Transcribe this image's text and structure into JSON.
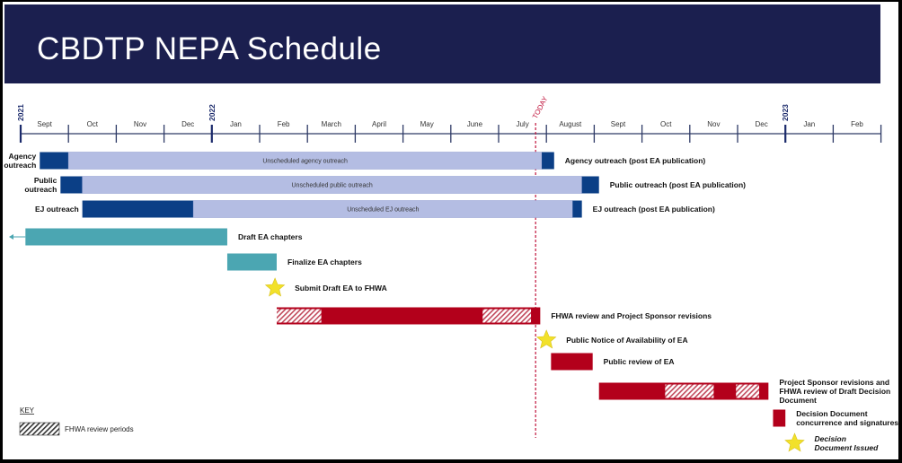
{
  "title": "CBDTP NEPA Schedule",
  "chart_data": {
    "type": "gantt",
    "timeline_start": "2021-09-01",
    "months": [
      {
        "label": "Sept",
        "start": "2021-09"
      },
      {
        "label": "Oct",
        "start": "2021-10"
      },
      {
        "label": "Nov",
        "start": "2021-11"
      },
      {
        "label": "Dec",
        "start": "2021-12"
      },
      {
        "label": "Jan",
        "start": "2022-01"
      },
      {
        "label": "Feb",
        "start": "2022-02"
      },
      {
        "label": "March",
        "start": "2022-03"
      },
      {
        "label": "April",
        "start": "2022-04"
      },
      {
        "label": "May",
        "start": "2022-05"
      },
      {
        "label": "June",
        "start": "2022-06"
      },
      {
        "label": "July",
        "start": "2022-07"
      },
      {
        "label": "August",
        "start": "2022-08"
      },
      {
        "label": "Sept",
        "start": "2022-09"
      },
      {
        "label": "Oct",
        "start": "2022-10"
      },
      {
        "label": "Nov",
        "start": "2022-11"
      },
      {
        "label": "Dec",
        "start": "2022-12"
      },
      {
        "label": "Jan",
        "start": "2023-01"
      },
      {
        "label": "Feb",
        "start": "2023-02"
      }
    ],
    "years": [
      {
        "label": "2021",
        "at": "2021-09-01"
      },
      {
        "label": "2022",
        "at": "2022-01-01"
      },
      {
        "label": "2023",
        "at": "2023-01-01"
      }
    ],
    "today": {
      "label": "TODAY",
      "date": "2022-07-25"
    },
    "colors": {
      "scheduled_outreach": "#0b3f86",
      "unscheduled": "#b4bde3",
      "draft": "#4ba6b2",
      "fhwa": "#b3001b",
      "hatch": "#ffffff",
      "star": "#f2e12a",
      "today": "#c0143c",
      "axis": "#2e3a66"
    },
    "rows": [
      {
        "name": "Agency outreach",
        "left_label": [
          "Agency",
          "outreach"
        ],
        "right_label": [
          "Agency outreach (post EA publication)"
        ],
        "segments": [
          {
            "kind": "scheduled_outreach",
            "start": "2021-09-13",
            "end": "2021-10-01"
          },
          {
            "kind": "unscheduled",
            "start": "2021-10-01",
            "end": "2022-07-29",
            "label": "Unscheduled agency outreach"
          },
          {
            "kind": "scheduled_outreach",
            "start": "2022-07-29",
            "end": "2022-08-06"
          }
        ]
      },
      {
        "name": "Public outreach",
        "left_label": [
          "Public",
          "outreach"
        ],
        "right_label": [
          "Public outreach (post EA publication)"
        ],
        "segments": [
          {
            "kind": "scheduled_outreach",
            "start": "2021-09-26",
            "end": "2021-10-10"
          },
          {
            "kind": "unscheduled",
            "start": "2021-10-10",
            "end": "2022-08-24",
            "label": "Unscheduled public outreach"
          },
          {
            "kind": "scheduled_outreach",
            "start": "2022-08-24",
            "end": "2022-09-04"
          }
        ]
      },
      {
        "name": "EJ outreach",
        "left_label": [
          "EJ outreach"
        ],
        "right_label": [
          "EJ outreach (post EA publication)"
        ],
        "segments": [
          {
            "kind": "scheduled_outreach",
            "start": "2021-10-10",
            "end": "2021-12-20"
          },
          {
            "kind": "unscheduled",
            "start": "2021-12-20",
            "end": "2022-08-18",
            "label": "Unscheduled EJ outreach"
          },
          {
            "kind": "scheduled_outreach",
            "start": "2022-08-18",
            "end": "2022-08-24"
          }
        ]
      },
      {
        "name": "Draft EA chapters",
        "right_label": [
          "Draft EA chapters"
        ],
        "continues_before": true,
        "segments": [
          {
            "kind": "draft",
            "start": "2021-09-04",
            "end": "2022-01-11"
          }
        ]
      },
      {
        "name": "Finalize EA chapters",
        "right_label": [
          "Finalize EA chapters"
        ],
        "segments": [
          {
            "kind": "draft",
            "start": "2022-01-11",
            "end": "2022-02-11"
          }
        ]
      },
      {
        "name": "Submit Draft EA to FHWA",
        "right_label": [
          "Submit Draft EA to FHWA"
        ],
        "milestone": "2022-02-10"
      },
      {
        "name": "FHWA review and Project Sponsor revisions",
        "right_label": [
          "FHWA review and Project Sponsor revisions"
        ],
        "segments": [
          {
            "kind": "fhwa",
            "start": "2022-02-11",
            "end": "2022-07-28"
          }
        ],
        "hatched": [
          {
            "start": "2022-02-11",
            "end": "2022-03-10"
          },
          {
            "start": "2022-06-21",
            "end": "2022-07-22"
          }
        ]
      },
      {
        "name": "Public Notice of Availability of EA",
        "right_label": [
          "Public Notice of Availability of EA"
        ],
        "milestone": "2022-08-01"
      },
      {
        "name": "Public review of EA",
        "right_label": [
          "Public review of EA"
        ],
        "segments": [
          {
            "kind": "fhwa",
            "start": "2022-08-04",
            "end": "2022-08-31"
          }
        ]
      },
      {
        "name": "Project Sponsor revisions and FHWA review of Draft Decision Document",
        "right_label": [
          "Project Sponsor revisions and",
          "FHWA review of Draft Decision",
          "Document"
        ],
        "segments": [
          {
            "kind": "fhwa",
            "start": "2022-09-04",
            "end": "2022-12-21"
          }
        ],
        "hatched": [
          {
            "start": "2022-10-16",
            "end": "2022-11-16"
          },
          {
            "start": "2022-11-30",
            "end": "2022-12-15"
          }
        ]
      },
      {
        "name": "Decision Document concurrence and signatures",
        "right_label": [
          "Decision Document",
          "concurrence and signatures"
        ],
        "segments": [
          {
            "kind": "fhwa",
            "start": "2022-12-24",
            "end": "2023-01-01"
          }
        ]
      },
      {
        "name": "Decision Document Issued",
        "right_label": [
          "Decision",
          "Document Issued"
        ],
        "italic": true,
        "milestone": "2023-01-07"
      }
    ],
    "key": {
      "title": "KEY",
      "items": [
        {
          "label": "FHWA review periods",
          "pattern": "hatched"
        }
      ]
    }
  }
}
